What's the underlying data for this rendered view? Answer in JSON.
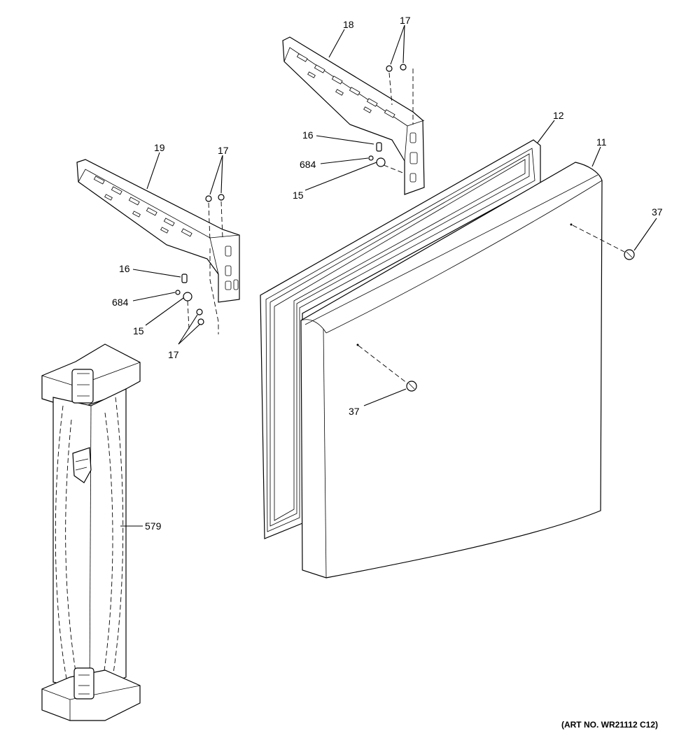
{
  "diagram": {
    "callouts": {
      "c18": "18",
      "c17_top": "17",
      "c12": "12",
      "c11": "11",
      "c16_right": "16",
      "c684_right": "684",
      "c15_right": "15",
      "c19": "19",
      "c17_mid": "17",
      "c37_right": "37",
      "c16_left": "16",
      "c684_left": "684",
      "c15_left": "15",
      "c17_bottom": "17",
      "c37_center": "37",
      "c579": "579"
    },
    "art_number": "(ART NO. WR21112 C12)"
  }
}
